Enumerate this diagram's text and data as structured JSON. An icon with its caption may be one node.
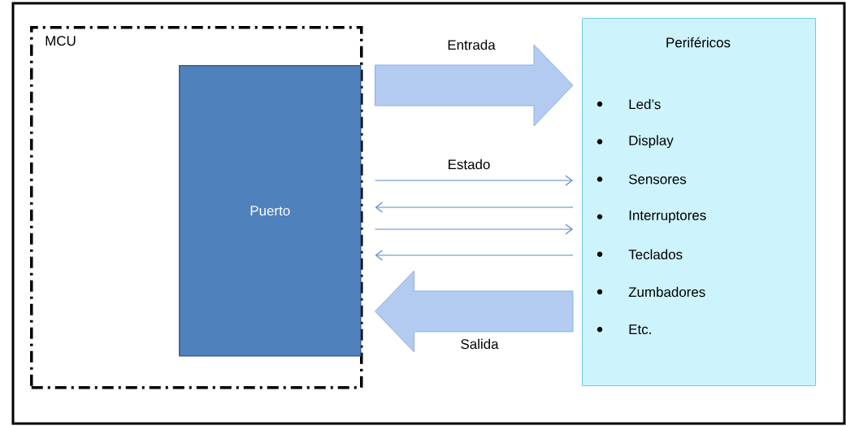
{
  "diagram": {
    "nodes": [
      {
        "text": [
          "MCU"
        ]
      },
      {
        "text": [
          "Puerto"
        ],
        "in": 0
      },
      {
        "text": [
          "Periféricos",
          "Led’s",
          "Display",
          "Sensores",
          "Interruptores",
          "Teclados",
          "Zumbadores",
          "Etc."
        ]
      }
    ],
    "edges": [
      {
        "from": 1,
        "to": 2,
        "arrow": "to",
        "label": "Entrada",
        "style": "thick",
        "color": "#b3cbf0"
      },
      {
        "from": 1,
        "to": 2,
        "arrow": "to",
        "label": "Estado"
      },
      {
        "from": 2,
        "to": 1,
        "arrow": "to"
      },
      {
        "from": 1,
        "to": 2,
        "arrow": "to"
      },
      {
        "from": 2,
        "to": 1,
        "arrow": "to"
      },
      {
        "from": 2,
        "to": 1,
        "arrow": "to",
        "label": "Salida",
        "style": "thick",
        "color": "#b3cbf0"
      }
    ]
  }
}
